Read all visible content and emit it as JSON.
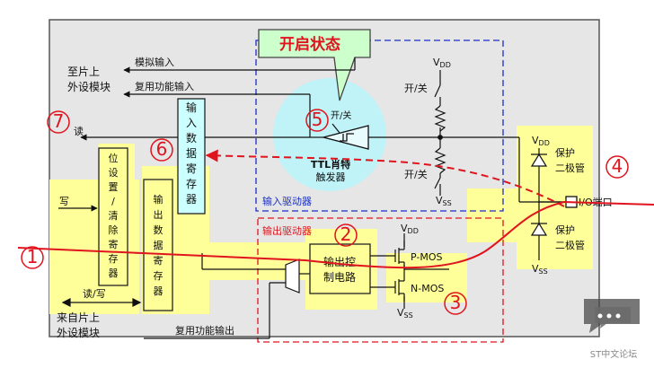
{
  "diagram": {
    "title": "开启状态",
    "to_peripheral": [
      "至片上",
      "外设模块"
    ],
    "from_peripheral": [
      "来自片上",
      "外设模块"
    ],
    "analog_input": "模拟输入",
    "alt_func_input": "复用功能输入",
    "alt_func_output": "复用功能输出",
    "read": "读",
    "write": "写",
    "read_write": "读/写",
    "input_data_register": [
      "输",
      "入",
      "数",
      "据",
      "寄",
      "存",
      "器"
    ],
    "output_data_register": [
      "输",
      "出",
      "数",
      "据",
      "寄",
      "存",
      "器"
    ],
    "bit_set_clear_register": [
      "位",
      "设",
      "置",
      "/",
      "清",
      "除",
      "寄",
      "存",
      "器"
    ],
    "schmitt_trigger": [
      "TTL肖特",
      "触发器"
    ],
    "on_off": "开/关",
    "input_driver": "输入驱动器",
    "output_driver": "输出驱动器",
    "output_control": [
      "输出控",
      "制电路"
    ],
    "pmos": "P-MOS",
    "nmos": "N-MOS",
    "vdd": "V",
    "vss": "V",
    "vdd_sub": "DD",
    "vss_sub": "SS",
    "protect_diode": [
      "保护",
      "二极管"
    ],
    "io_pin": "I/O端口",
    "callouts": [
      "①",
      "②",
      "③",
      "④",
      "⑤",
      "⑥",
      "⑦"
    ]
  },
  "watermark": {
    "text": "ST中文论坛"
  },
  "colors": {
    "background": "#e6e6e6",
    "yellow": "#ffff99",
    "cyan_box": "#ccffff",
    "cyan_circle": "#bff3f8",
    "title_box": "#ccffcc",
    "red_path": "#e0141e",
    "input_border": "#1a2fc8",
    "output_border": "#e0141e"
  }
}
